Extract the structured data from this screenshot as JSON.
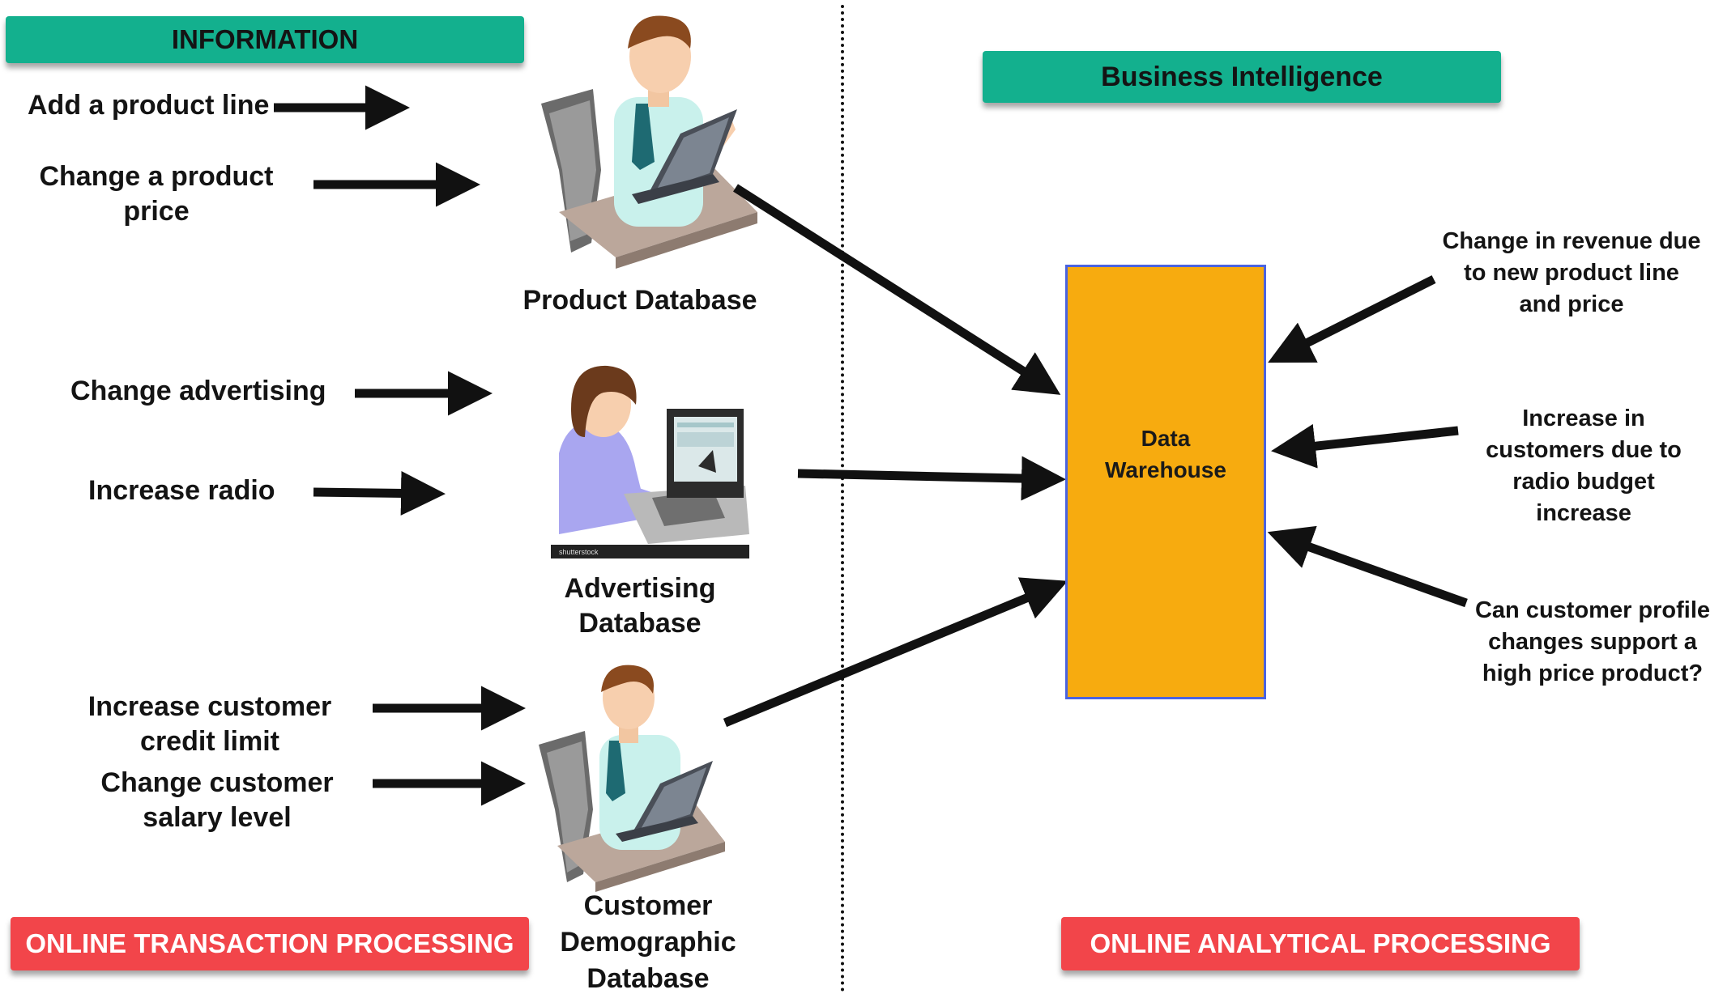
{
  "banners": {
    "information": "INFORMATION",
    "business_intelligence": "Business Intelligence",
    "oltp": "ONLINE TRANSACTION PROCESSING",
    "olap": "ONLINE ANALYTICAL PROCESSING"
  },
  "left_labels": {
    "add_product_line": "Add a product line",
    "change_price_1": "Change a product",
    "change_price_2": "price",
    "change_advertising": "Change advertising",
    "increase_radio": "Increase radio",
    "credit_1": "Increase customer",
    "credit_2": "credit limit",
    "salary_1": "Change customer",
    "salary_2": "salary level"
  },
  "databases": {
    "product": "Product Database",
    "advertising_1": "Advertising",
    "advertising_2": "Database",
    "customer_1": "Customer",
    "customer_2": "Demographic",
    "customer_3": "Database"
  },
  "warehouse": {
    "line1": "Data",
    "line2": "Warehouse"
  },
  "right_labels": {
    "revenue_1": "Change in revenue due",
    "revenue_2": "to new product line",
    "revenue_3": "and price",
    "customers_1": "Increase in",
    "customers_2": "customers due to",
    "customers_3": "radio budget",
    "customers_4": "increase",
    "profile_1": "Can customer profile",
    "profile_2": "changes support a",
    "profile_3": "high price product?"
  },
  "watermark": "shutterstock",
  "colors": {
    "teal_banner": "#13b08e",
    "red_banner": "#f2454a",
    "warehouse_fill": "#f7ab0f",
    "warehouse_border": "#4a63e0"
  }
}
